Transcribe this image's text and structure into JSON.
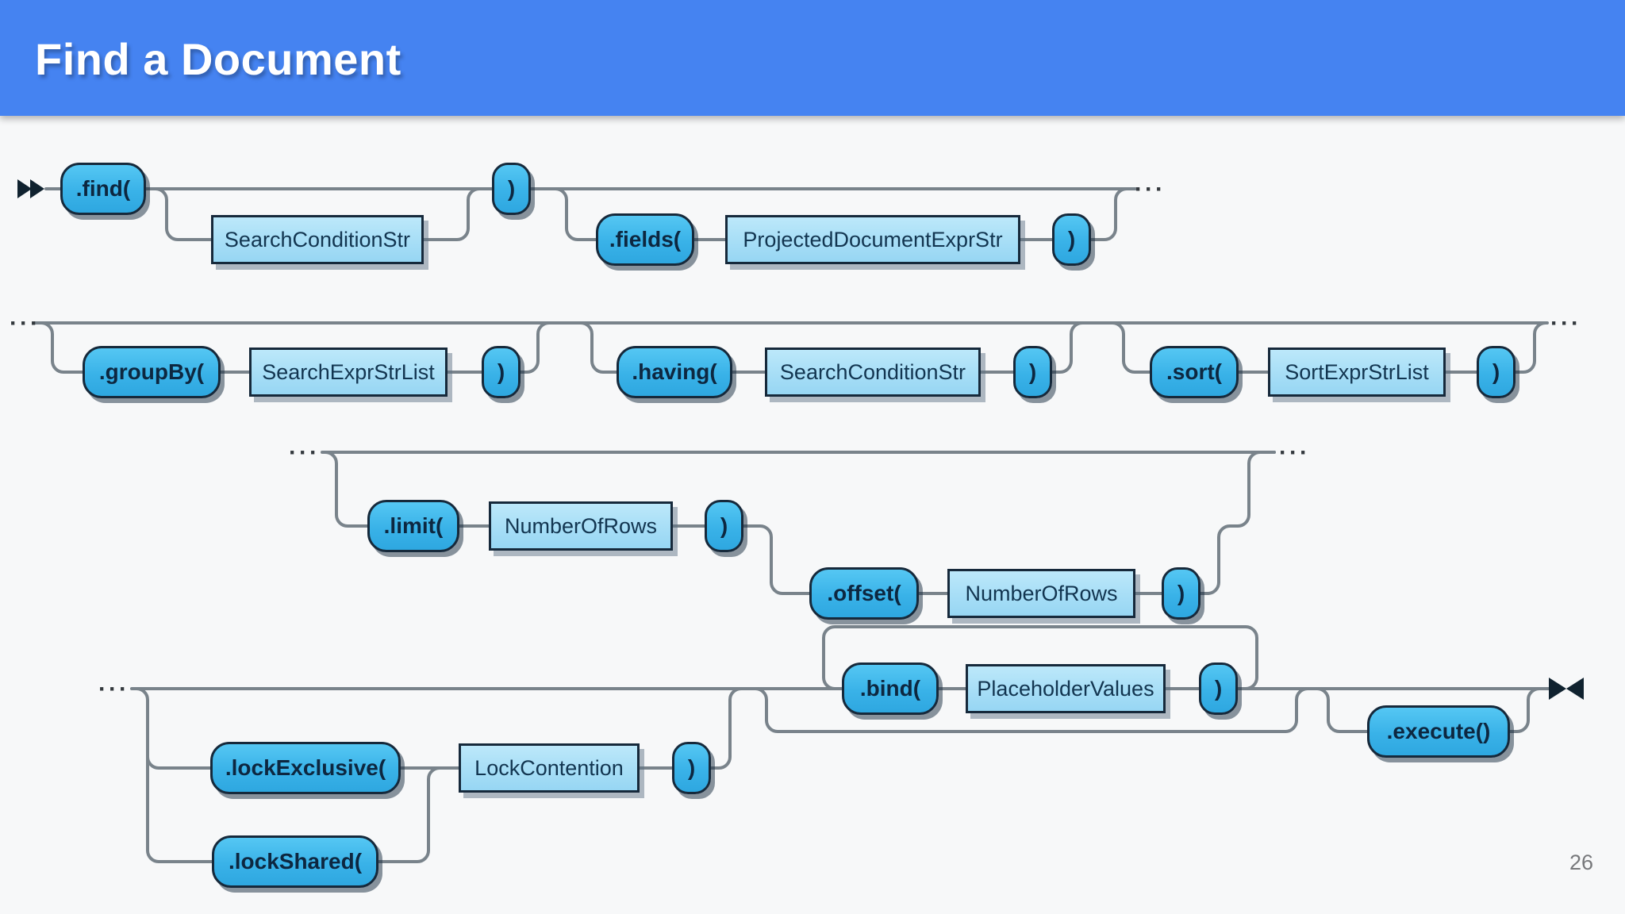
{
  "header": {
    "title": "Find a Document"
  },
  "footer": {
    "page_number": "26"
  },
  "colors": {
    "header_bg": "#4583f1",
    "terminal_fill": "#3db5ea",
    "nonterminal_fill": "#a9def7",
    "box_border": "#16293b",
    "box_text": "#0d2740",
    "connector_line": "#79838b",
    "background": "#f7f8f9"
  },
  "diagram": {
    "type": "railroad-syntax-diagram",
    "ellipsis": "···",
    "markers": {
      "start": "double-right-arrow",
      "end": "bowtie-arrow"
    },
    "nodes": {
      "find": ".find(",
      "search_condition_1": "SearchConditionStr",
      "paren_1": ")",
      "fields": ".fields(",
      "projected_document": "ProjectedDocumentExprStr",
      "paren_2": ")",
      "group_by": ".groupBy(",
      "search_expr_list": "SearchExprStrList",
      "paren_3": ")",
      "having": ".having(",
      "search_condition_2": "SearchConditionStr",
      "paren_4": ")",
      "sort": ".sort(",
      "sort_expr_list": "SortExprStrList",
      "paren_5": ")",
      "limit": ".limit(",
      "number_of_rows_1": "NumberOfRows",
      "paren_6": ")",
      "offset": ".offset(",
      "number_of_rows_2": "NumberOfRows",
      "paren_7": ")",
      "bind": ".bind(",
      "placeholder_values": "PlaceholderValues",
      "paren_8": ")",
      "lock_exclusive": ".lockExclusive(",
      "lock_contention": "LockContention",
      "paren_9": ")",
      "lock_shared": ".lockShared(",
      "execute": ".execute()"
    }
  }
}
